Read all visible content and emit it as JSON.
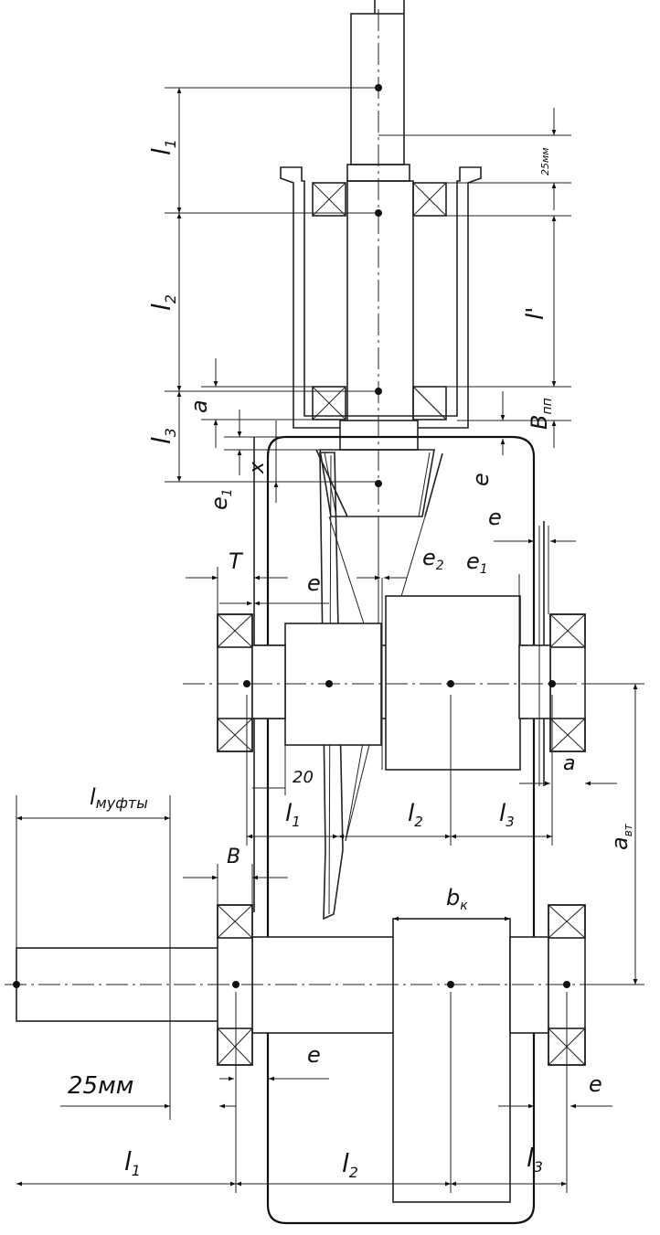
{
  "labels": {
    "l1_top": "l",
    "l1_top_sub": "1",
    "l2_top": "l",
    "l2_top_sub": "2",
    "l3_top": "l",
    "l3_top_sub": "3",
    "a_top": "a",
    "x": "x",
    "e1_top": "e",
    "e1_top_sub": "1",
    "dim_25mm_small": "25мм",
    "l_prime": "l'",
    "B_pp": "B",
    "B_pp_sub": "пп",
    "e_right": "e",
    "e_right2": "e",
    "e2": "e",
    "e2_sub": "2",
    "e1_mid": "e",
    "e1_mid_sub": "1",
    "T": "T",
    "e_mid": "e",
    "a_mid": "a",
    "dim_20": "20",
    "l1_mid": "l",
    "l1_mid_sub": "1",
    "l2_mid": "l",
    "l2_mid_sub": "2",
    "l3_mid": "l",
    "l3_mid_sub": "3",
    "a_wt": "a",
    "a_wt_sub": "вт",
    "l_mufty": "l",
    "l_mufty_sub": "муфты",
    "B": "B",
    "b_k": "b",
    "b_k_sub": "к",
    "e_low": "e",
    "dim_25mm": "25мм",
    "e_low_right": "e",
    "l1_bot": "l",
    "l1_bot_sub": "1",
    "l2_bot": "l",
    "l2_bot_sub": "2",
    "l3_bot": "l",
    "l3_bot_sub": "3"
  }
}
